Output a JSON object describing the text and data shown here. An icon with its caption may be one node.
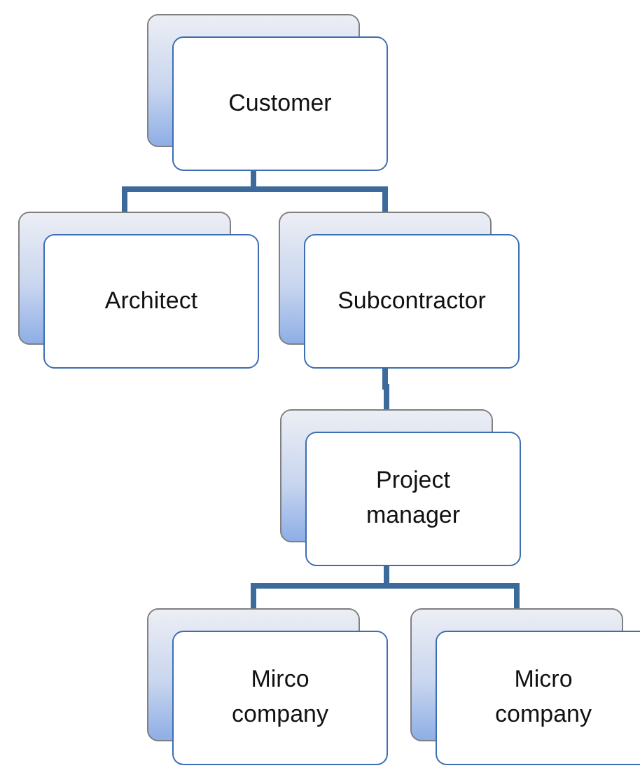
{
  "diagram": {
    "nodes": [
      {
        "text": [
          "Customer"
        ]
      },
      {
        "text": [
          "Architect"
        ]
      },
      {
        "text": [
          "Subcontractor"
        ]
      },
      {
        "text": [
          "Project manager"
        ]
      },
      {
        "text": [
          "Mirco company"
        ]
      },
      {
        "text": [
          "Micro company"
        ]
      }
    ],
    "edges": [
      {
        "from": 0,
        "to": 1,
        "arrow": "none"
      },
      {
        "from": 0,
        "to": 2,
        "arrow": "none"
      },
      {
        "from": 2,
        "to": 3,
        "arrow": "none"
      },
      {
        "from": 3,
        "to": 4,
        "arrow": "none"
      },
      {
        "from": 3,
        "to": 5,
        "arrow": "none"
      }
    ]
  }
}
